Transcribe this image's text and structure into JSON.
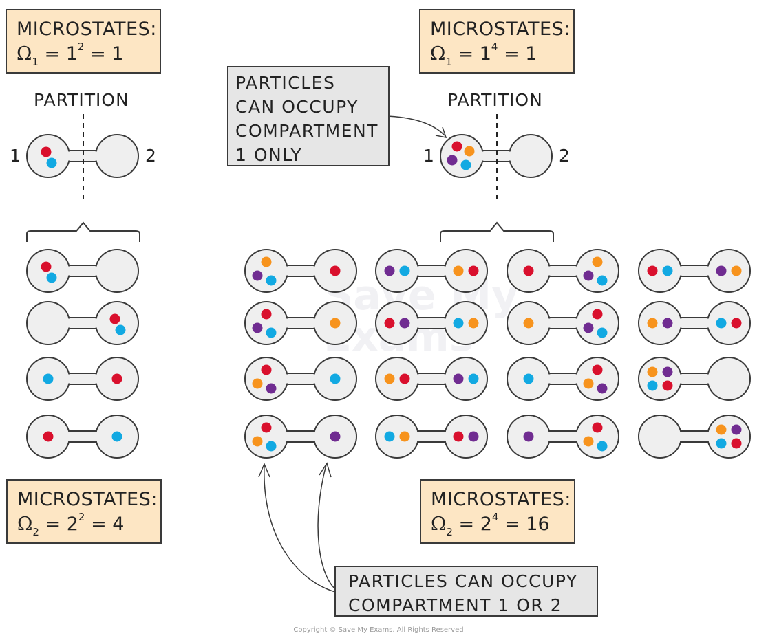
{
  "colors": {
    "red": "#d9102d",
    "blue": "#12a9e2",
    "orange": "#f7931d",
    "purple": "#702c91",
    "callout_fill": "#e6e6e6",
    "box_fill": "#fde6c4"
  },
  "top_left": {
    "heading": "MICROSTATES:",
    "omega": "Ω",
    "subscript": "1",
    "expr_base": "= 1",
    "exponent": "2",
    "result": "= 1"
  },
  "top_right": {
    "heading": "MICROSTATES:",
    "omega": "Ω",
    "subscript": "1",
    "expr_base": "= 1",
    "exponent": "4",
    "result": "= 1"
  },
  "bottom_left": {
    "heading": "MICROSTATES:",
    "omega": "Ω",
    "subscript": "2",
    "expr_base": "= 2",
    "exponent": "2",
    "result": "= 4"
  },
  "bottom_right": {
    "heading": "MICROSTATES:",
    "omega": "Ω",
    "subscript": "2",
    "expr_base": "= 2",
    "exponent": "4",
    "result": "= 16"
  },
  "partition_left": "PARTITION",
  "partition_right": "PARTITION",
  "compartment_labels": {
    "one": "1",
    "two": "2"
  },
  "callout_top": [
    "PARTICLES",
    "CAN OCCUPY",
    "COMPARTMENT",
    "1 ONLY"
  ],
  "callout_bottom": [
    "PARTICLES CAN OCCUPY",
    "COMPARTMENT 1 OR 2"
  ],
  "copyright": "Copyright © Save My Exams. All Rights Reserved",
  "watermark": [
    "Save My",
    "Exams"
  ],
  "initial_left": {
    "left": [
      "red",
      "blue"
    ],
    "right": []
  },
  "initial_right": {
    "left": [
      "red",
      "orange",
      "purple",
      "blue"
    ],
    "right": []
  },
  "microstates_two_particles": [
    {
      "left": [
        "red",
        "blue"
      ],
      "right": []
    },
    {
      "left": [],
      "right": [
        "red",
        "blue"
      ]
    },
    {
      "left": [
        "blue"
      ],
      "right": [
        "red"
      ]
    },
    {
      "left": [
        "red"
      ],
      "right": [
        "blue"
      ]
    }
  ],
  "microstates_four_particles": [
    [
      {
        "left": [
          "orange",
          "purple",
          "blue"
        ],
        "right": [
          "red"
        ]
      },
      {
        "left": [
          "red",
          "purple",
          "blue"
        ],
        "right": [
          "orange"
        ]
      },
      {
        "left": [
          "red",
          "orange",
          "purple"
        ],
        "right": [
          "blue"
        ]
      },
      {
        "left": [
          "red",
          "orange",
          "blue"
        ],
        "right": [
          "purple"
        ]
      }
    ],
    [
      {
        "left": [
          "purple",
          "blue"
        ],
        "right": [
          "orange",
          "red"
        ]
      },
      {
        "left": [
          "red",
          "purple"
        ],
        "right": [
          "blue",
          "orange"
        ]
      },
      {
        "left": [
          "orange",
          "red"
        ],
        "right": [
          "purple",
          "blue"
        ]
      },
      {
        "left": [
          "blue",
          "orange"
        ],
        "right": [
          "red",
          "purple"
        ]
      }
    ],
    [
      {
        "left": [
          "red"
        ],
        "right": [
          "orange",
          "purple",
          "blue"
        ]
      },
      {
        "left": [
          "orange"
        ],
        "right": [
          "red",
          "purple",
          "blue"
        ]
      },
      {
        "left": [
          "blue"
        ],
        "right": [
          "red",
          "orange",
          "purple"
        ]
      },
      {
        "left": [
          "purple"
        ],
        "right": [
          "red",
          "orange",
          "blue"
        ]
      }
    ],
    [
      {
        "left": [
          "red",
          "blue"
        ],
        "right": [
          "purple",
          "orange"
        ]
      },
      {
        "left": [
          "orange",
          "purple"
        ],
        "right": [
          "blue",
          "red"
        ]
      },
      {
        "left": [
          "orange",
          "purple",
          "blue",
          "red"
        ],
        "right": []
      },
      {
        "left": [],
        "right": [
          "orange",
          "purple",
          "blue",
          "red"
        ]
      }
    ]
  ]
}
